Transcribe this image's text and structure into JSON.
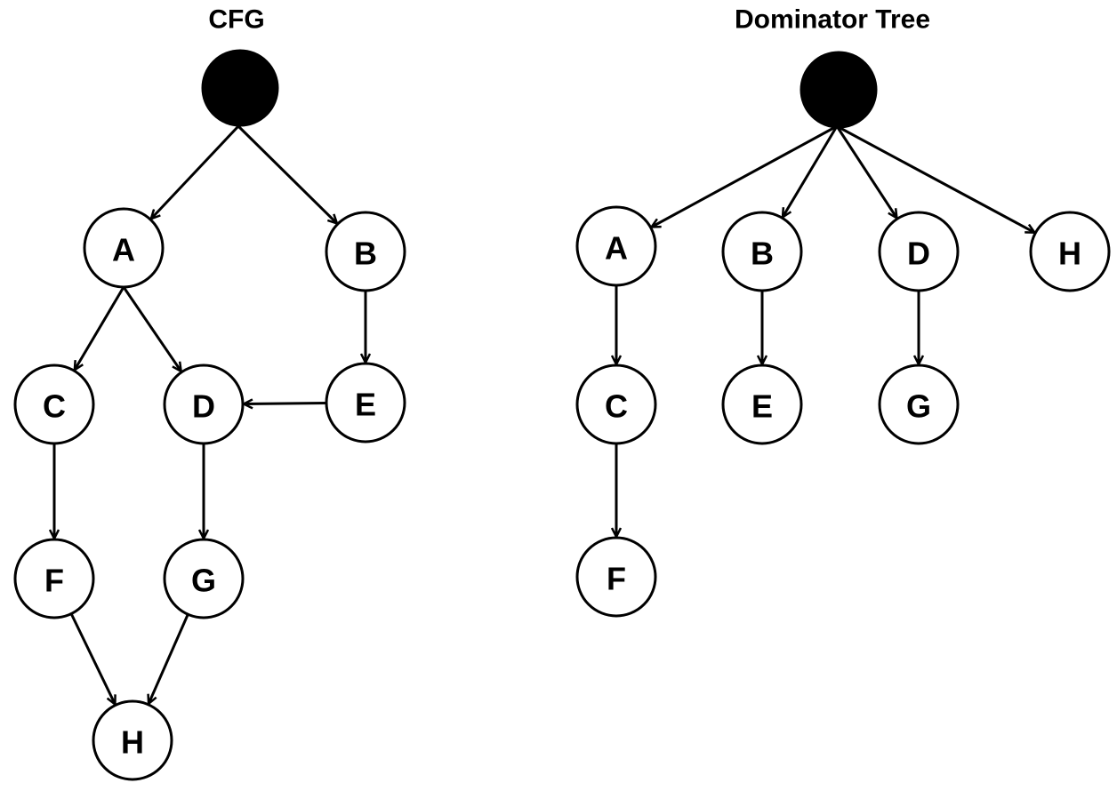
{
  "cfg": {
    "title": "CFG",
    "nodes": [
      "A",
      "B",
      "C",
      "D",
      "E",
      "F",
      "G",
      "H"
    ],
    "edges": [
      [
        "root",
        "A"
      ],
      [
        "root",
        "B"
      ],
      [
        "A",
        "C"
      ],
      [
        "A",
        "D"
      ],
      [
        "B",
        "E"
      ],
      [
        "E",
        "D"
      ],
      [
        "C",
        "F"
      ],
      [
        "D",
        "G"
      ],
      [
        "F",
        "H"
      ],
      [
        "G",
        "H"
      ]
    ]
  },
  "dominator_tree": {
    "title": "Dominator Tree",
    "nodes": [
      "A",
      "B",
      "D",
      "H",
      "C",
      "E",
      "G",
      "F"
    ],
    "edges": [
      [
        "root",
        "A"
      ],
      [
        "root",
        "B"
      ],
      [
        "root",
        "D"
      ],
      [
        "root",
        "H"
      ],
      [
        "A",
        "C"
      ],
      [
        "B",
        "E"
      ],
      [
        "D",
        "G"
      ],
      [
        "C",
        "F"
      ]
    ]
  },
  "colors": {
    "stroke": "#000000",
    "root_fill": "#000000",
    "node_fill": "#ffffff"
  }
}
